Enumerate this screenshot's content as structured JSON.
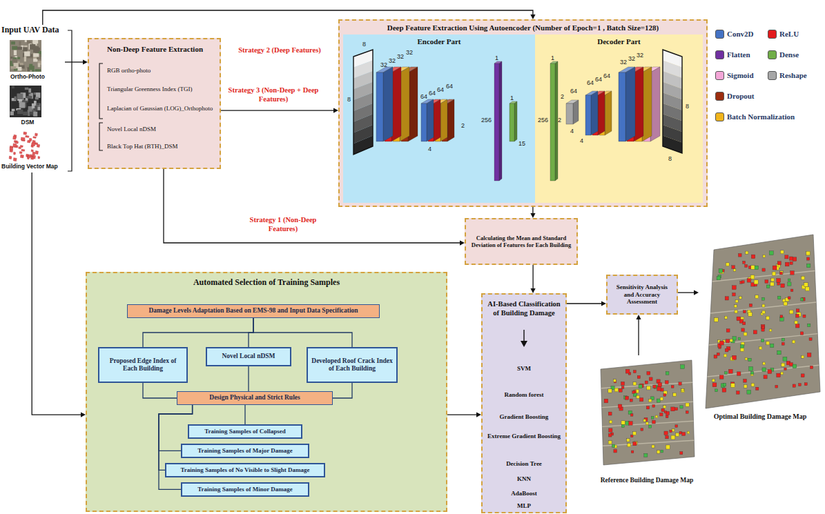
{
  "diagram": {
    "nodes": [
      {
        "text": [
          "Input UAV Data"
        ]
      },
      {
        "text": [
          "Ortho-Photo"
        ],
        "in": 0
      },
      {
        "text": [
          "DSM"
        ],
        "in": 0
      },
      {
        "text": [
          "Building Vector Map"
        ],
        "in": 0
      },
      {
        "text": [
          "Non-Deep Feature Extraction",
          "RGB ortho-photo",
          "Triangular Greenness Index (TGI)",
          "Laplacian of Gaussian (LOG)_Orthophoto",
          "Novel Local nDSM",
          "Black Top Hat (BTH)_DSM"
        ]
      },
      {
        "text": [
          "Deep Feature Extraction Using Autoencoder (Number of Epoch=1 , Batch Size=128)"
        ]
      },
      {
        "text": [
          "Encoder Part"
        ],
        "in": 5
      },
      {
        "text": [
          "Decoder Part"
        ],
        "in": 5
      },
      {
        "text": [
          "Calculating the Mean and Standard Deviation of Features for Each Building"
        ]
      },
      {
        "text": [
          "Automated Selection of Training Samples"
        ]
      },
      {
        "text": [
          "Damage Levels Adaptation Based on EMS-98 and Input Data Specification"
        ],
        "in": 9
      },
      {
        "text": [
          "Proposed Edge Index of Each Building"
        ],
        "in": 9
      },
      {
        "text": [
          "Novel Local nDSM"
        ],
        "in": 9
      },
      {
        "text": [
          "Developed Roof Crack Index of Each Building"
        ],
        "in": 9
      },
      {
        "text": [
          "Design Physical and Strict Rules"
        ],
        "in": 9
      },
      {
        "text": [
          "Training Samples of Collapsed"
        ],
        "in": 9
      },
      {
        "text": [
          "Training Samples of Major Damage"
        ],
        "in": 9
      },
      {
        "text": [
          "Training Samples of No Visible to Slight Damage"
        ],
        "in": 9
      },
      {
        "text": [
          "Training Samples of Minor Damage"
        ],
        "in": 9
      },
      {
        "text": [
          "AI-Based Classification of Building Damage",
          "SVM",
          "Random forest",
          "Gradient Boosting",
          "Extreme Gradient Boosting",
          "Decision Tree",
          "KNN",
          "AdaBoost",
          "MLP"
        ]
      },
      {
        "text": [
          "Sensitivity Analysis and Accuracy Assessment"
        ]
      },
      {
        "text": [
          "Reference Building Damage Map"
        ]
      },
      {
        "text": [
          "Optimal Building Damage Map"
        ]
      }
    ],
    "edges": [
      {
        "from": 0,
        "to": 5,
        "arrow": "to",
        "label": "Strategy 2 (Deep Features)"
      },
      {
        "from": 0,
        "to": 4,
        "arrow": "to"
      },
      {
        "from": 4,
        "to": 5,
        "arrow": "to",
        "label": "Strategy 3 (Non-Deep + Deep Features)"
      },
      {
        "from": 4,
        "to": 8,
        "arrow": "to",
        "label": "Strategy 1 (Non-Deep Features)"
      },
      {
        "from": 5,
        "to": 8,
        "arrow": "to"
      },
      {
        "from": 3,
        "to": 9,
        "arrow": "to"
      },
      {
        "from": 10,
        "to": 11,
        "arrow": "none"
      },
      {
        "from": 10,
        "to": 12,
        "arrow": "none"
      },
      {
        "from": 10,
        "to": 13,
        "arrow": "none"
      },
      {
        "from": 11,
        "to": 14,
        "arrow": "none"
      },
      {
        "from": 12,
        "to": 14,
        "arrow": "none"
      },
      {
        "from": 13,
        "to": 14,
        "arrow": "none"
      },
      {
        "from": 14,
        "to": 15,
        "arrow": "none"
      },
      {
        "from": 14,
        "to": 16,
        "arrow": "none"
      },
      {
        "from": 14,
        "to": 17,
        "arrow": "none"
      },
      {
        "from": 14,
        "to": 18,
        "arrow": "none"
      },
      {
        "from": 9,
        "to": 19,
        "arrow": "to"
      },
      {
        "from": 8,
        "to": 19,
        "arrow": "to"
      },
      {
        "from": 19,
        "to": 20,
        "arrow": "to"
      },
      {
        "from": 21,
        "to": 20,
        "arrow": "to"
      },
      {
        "from": 20,
        "to": 22,
        "arrow": "to"
      }
    ],
    "labels": [
      "8",
      "8",
      "32",
      "32",
      "32",
      "32",
      "4",
      "64",
      "64",
      "64",
      "64",
      "2",
      "1",
      "256",
      "1",
      "15",
      "1",
      "256",
      "2",
      "64",
      "2",
      "4",
      "4",
      "64",
      "64",
      "64",
      "32",
      "32",
      "32",
      "8",
      "8"
    ],
    "legend": [
      {
        "text": "Conv2D",
        "color": "#4472c4"
      },
      {
        "text": "ReLU",
        "color": "#e31a1c"
      },
      {
        "text": "Flatten",
        "color": "#7030a0"
      },
      {
        "text": "Dense",
        "color": "#70ad47"
      },
      {
        "text": "Sigmoid",
        "color": "#f4a6d7"
      },
      {
        "text": "Reshape",
        "color": "#a6a6a6"
      },
      {
        "text": "Dropout",
        "color": "#9c2d0e"
      },
      {
        "text": "Batch Normalization",
        "color": "#f0b41c"
      }
    ]
  }
}
